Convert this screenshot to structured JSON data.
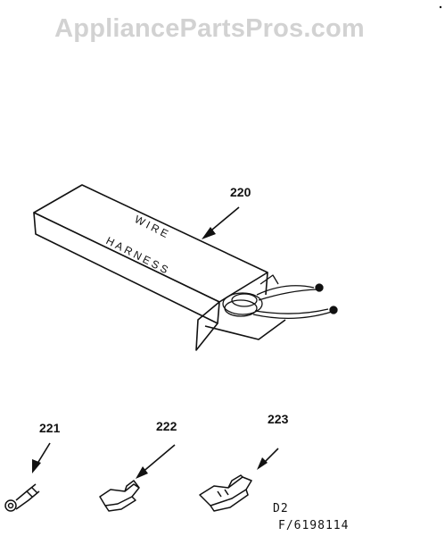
{
  "watermark": "AppliancePartsPros.com",
  "callouts": {
    "harness": "220",
    "terminal_ring": "221",
    "terminal_quick": "222",
    "terminal_insulated": "223"
  },
  "box_label": {
    "line1": "WIRE",
    "line2": "HARNESS"
  },
  "drawing_codes": {
    "section": "D2",
    "figure": "F/6198114"
  }
}
